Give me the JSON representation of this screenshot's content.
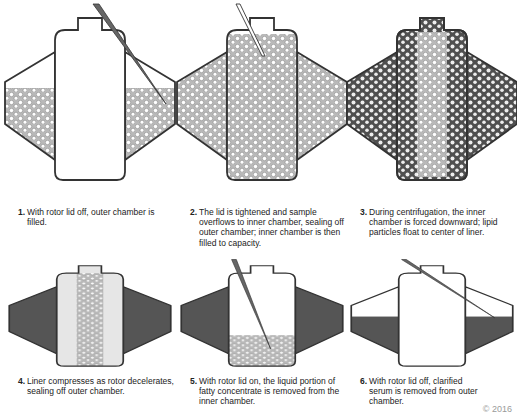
{
  "diagram": {
    "labels": [
      "1.",
      "With rotor lid off, outer chamber is filled.",
      "2.",
      "The lid is tightened and sample overflows to inner chamber, sealing off outer chamber; inner chamber is then filled to capacity.",
      "3.",
      "During centrifugation, the inner chamber is forced downward; lipid particles float to center of liner.",
      "4.",
      "Liner compresses as rotor decelerates, sealing off outer chamber.",
      "5.",
      "With rotor lid on, the liquid portion of fatty concentrate is removed from the inner chamber.",
      "6.",
      "With rotor lid off, clarified serum is removed from outer chamber.",
      "© 2016"
    ]
  }
}
